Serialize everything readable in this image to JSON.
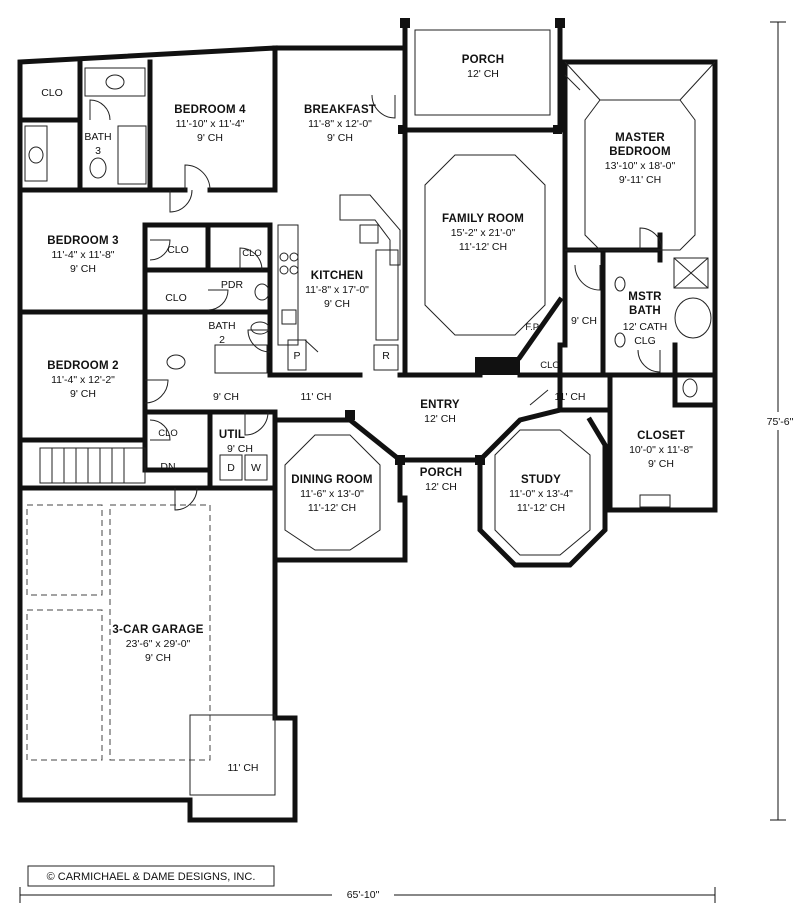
{
  "rooms": {
    "porch_top": {
      "name": "PORCH",
      "ceiling": "12' CH"
    },
    "bedroom4": {
      "name": "BEDROOM 4",
      "dims": "11'-10\" x 11'-4\"",
      "ceiling": "9' CH"
    },
    "breakfast": {
      "name": "BREAKFAST",
      "dims": "11'-8\" x 12'-0\"",
      "ceiling": "9' CH"
    },
    "master_bedroom": {
      "name1": "MASTER",
      "name2": "BEDROOM",
      "dims": "13'-10\" x 18'-0\"",
      "ceiling": "9'-11' CH"
    },
    "family_room": {
      "name": "FAMILY ROOM",
      "dims": "15'-2\" x 21'-0\"",
      "ceiling": "11'-12' CH"
    },
    "bedroom3": {
      "name": "BEDROOM 3",
      "dims": "11'-4\" x 11'-8\"",
      "ceiling": "9' CH"
    },
    "kitchen": {
      "name": "KITCHEN",
      "dims": "11'-8\" x 17'-0\"",
      "ceiling": "9' CH"
    },
    "mstr_bath": {
      "name1": "MSTR",
      "name2": "BATH",
      "ceiling1": "12' CATH",
      "ceiling2": "CLG"
    },
    "bedroom2": {
      "name": "BEDROOM 2",
      "dims": "11'-4\" x 12'-2\"",
      "ceiling": "9' CH"
    },
    "entry": {
      "name": "ENTRY",
      "ceiling": "12' CH"
    },
    "closet": {
      "name": "CLOSET",
      "dims": "10'-0\" x 11'-8\"",
      "ceiling": "9' CH"
    },
    "util": {
      "name": "UTIL",
      "ceiling": "9' CH"
    },
    "dining": {
      "name": "DINING ROOM",
      "dims": "11'-6\" x 13'-0\"",
      "ceiling": "11'-12' CH"
    },
    "porch_entry": {
      "name": "PORCH",
      "ceiling": "12' CH"
    },
    "study": {
      "name": "STUDY",
      "dims": "11'-0\" x 13'-4\"",
      "ceiling": "11'-12' CH"
    },
    "garage": {
      "name": "3-CAR GARAGE",
      "dims": "23'-6\" x 29'-0\"",
      "ceiling": "9' CH"
    }
  },
  "labels": {
    "clo": "CLO",
    "bath3": "BATH",
    "bath3_num": "3",
    "bath2": "BATH",
    "bath2_num": "2",
    "pdr": "PDR",
    "fp": "F.P.",
    "pantry": "P",
    "refrigerator": "R",
    "dn": "DN",
    "washer": "W",
    "dryer": "D",
    "ch9": "9' CH",
    "ch11": "11' CH"
  },
  "dimensions": {
    "width": "65'-10\"",
    "height": "75'-6\""
  },
  "copyright": "© CARMICHAEL & DAME DESIGNS, INC."
}
